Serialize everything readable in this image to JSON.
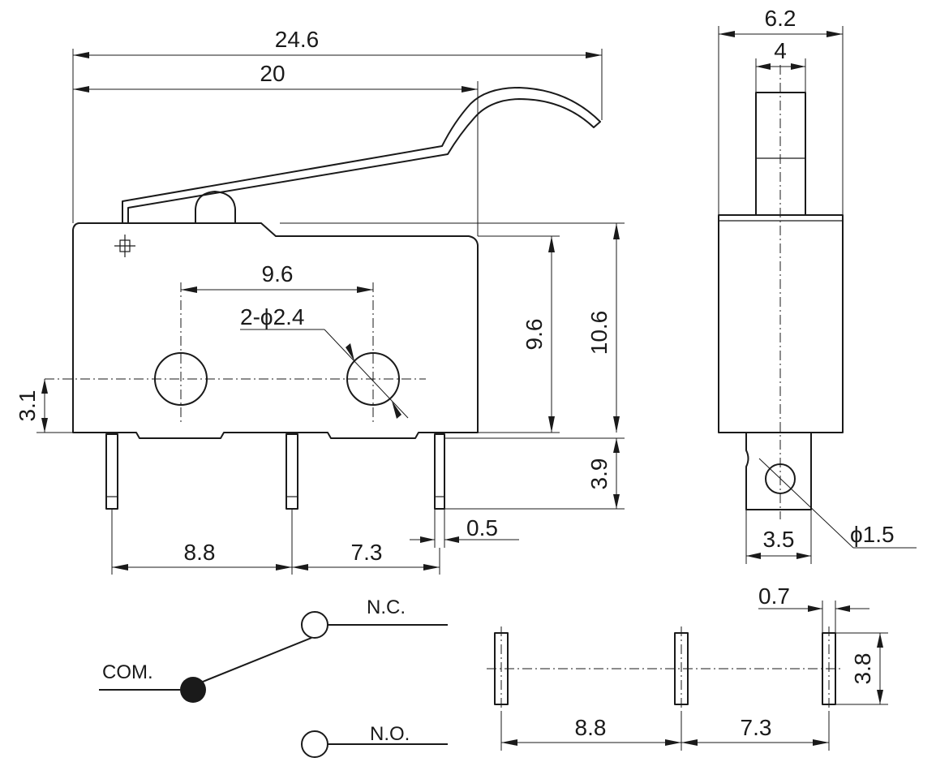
{
  "colors": {
    "line": "#1a1a1a",
    "background": "#ffffff"
  },
  "front_view": {
    "dim_overall_length": "24.6",
    "dim_body_length": "20",
    "dim_hole_spacing": "9.6",
    "dim_hole_callout": "2-ϕ2.4",
    "dim_body_height": "9.6",
    "dim_total_height": "10.6",
    "dim_hole_height": "3.1",
    "dim_terminal_length": "3.9",
    "dim_terminal_thickness": "0.5",
    "dim_pitch_left": "8.8",
    "dim_pitch_right": "7.3"
  },
  "side_view": {
    "dim_body_width": "6.2",
    "dim_actuator_width": "4",
    "dim_terminal_width": "3.5",
    "dim_terminal_hole": "ϕ1.5"
  },
  "schematic": {
    "nc_label": "N.C.",
    "com_label": "COM.",
    "no_label": "N.O."
  },
  "pcb_layout": {
    "dim_pad_width": "0.7",
    "dim_pad_length": "3.8",
    "dim_pitch_left": "8.8",
    "dim_pitch_right": "7.3"
  }
}
